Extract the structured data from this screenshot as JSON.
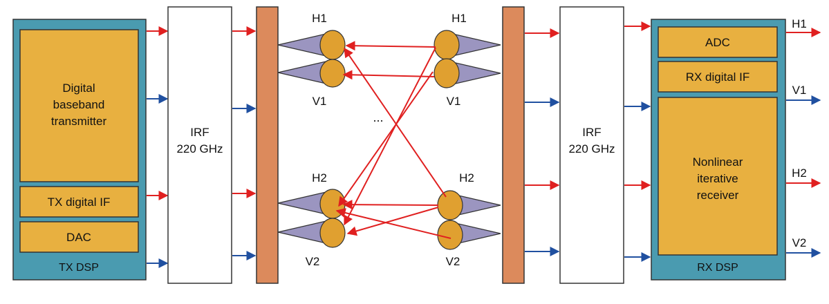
{
  "tx_dsp": {
    "label": "TX DSP",
    "baseband": [
      "Digital",
      "baseband",
      "transmitter"
    ],
    "digital_if": "TX digital IF",
    "dac": "DAC"
  },
  "irf_left": [
    "IRF",
    "220 GHz"
  ],
  "irf_right": [
    "IRF",
    "220 GHz"
  ],
  "antennas": {
    "tx_h1": "H1",
    "tx_v1": "V1",
    "tx_h2": "H2",
    "tx_v2": "V2",
    "rx_h1": "H1",
    "rx_v1": "V1",
    "rx_h2": "H2",
    "rx_v2": "V2",
    "ellipsis": "..."
  },
  "rx_dsp": {
    "label": "RX DSP",
    "adc": "ADC",
    "digital_if": "RX digital IF",
    "receiver": [
      "Nonlinear",
      "iterative",
      "receiver"
    ]
  },
  "outputs": [
    "H1",
    "V1",
    "H2",
    "V2"
  ],
  "colors": {
    "dsp_frame": "#4a9bb0",
    "block_fill": "#e8b040",
    "lens_fill": "#e0a030",
    "horn_fill": "#9b95c0",
    "panel_fill": "#dc8a5c",
    "h_arrow": "#e02020",
    "v_arrow": "#2050a0"
  }
}
